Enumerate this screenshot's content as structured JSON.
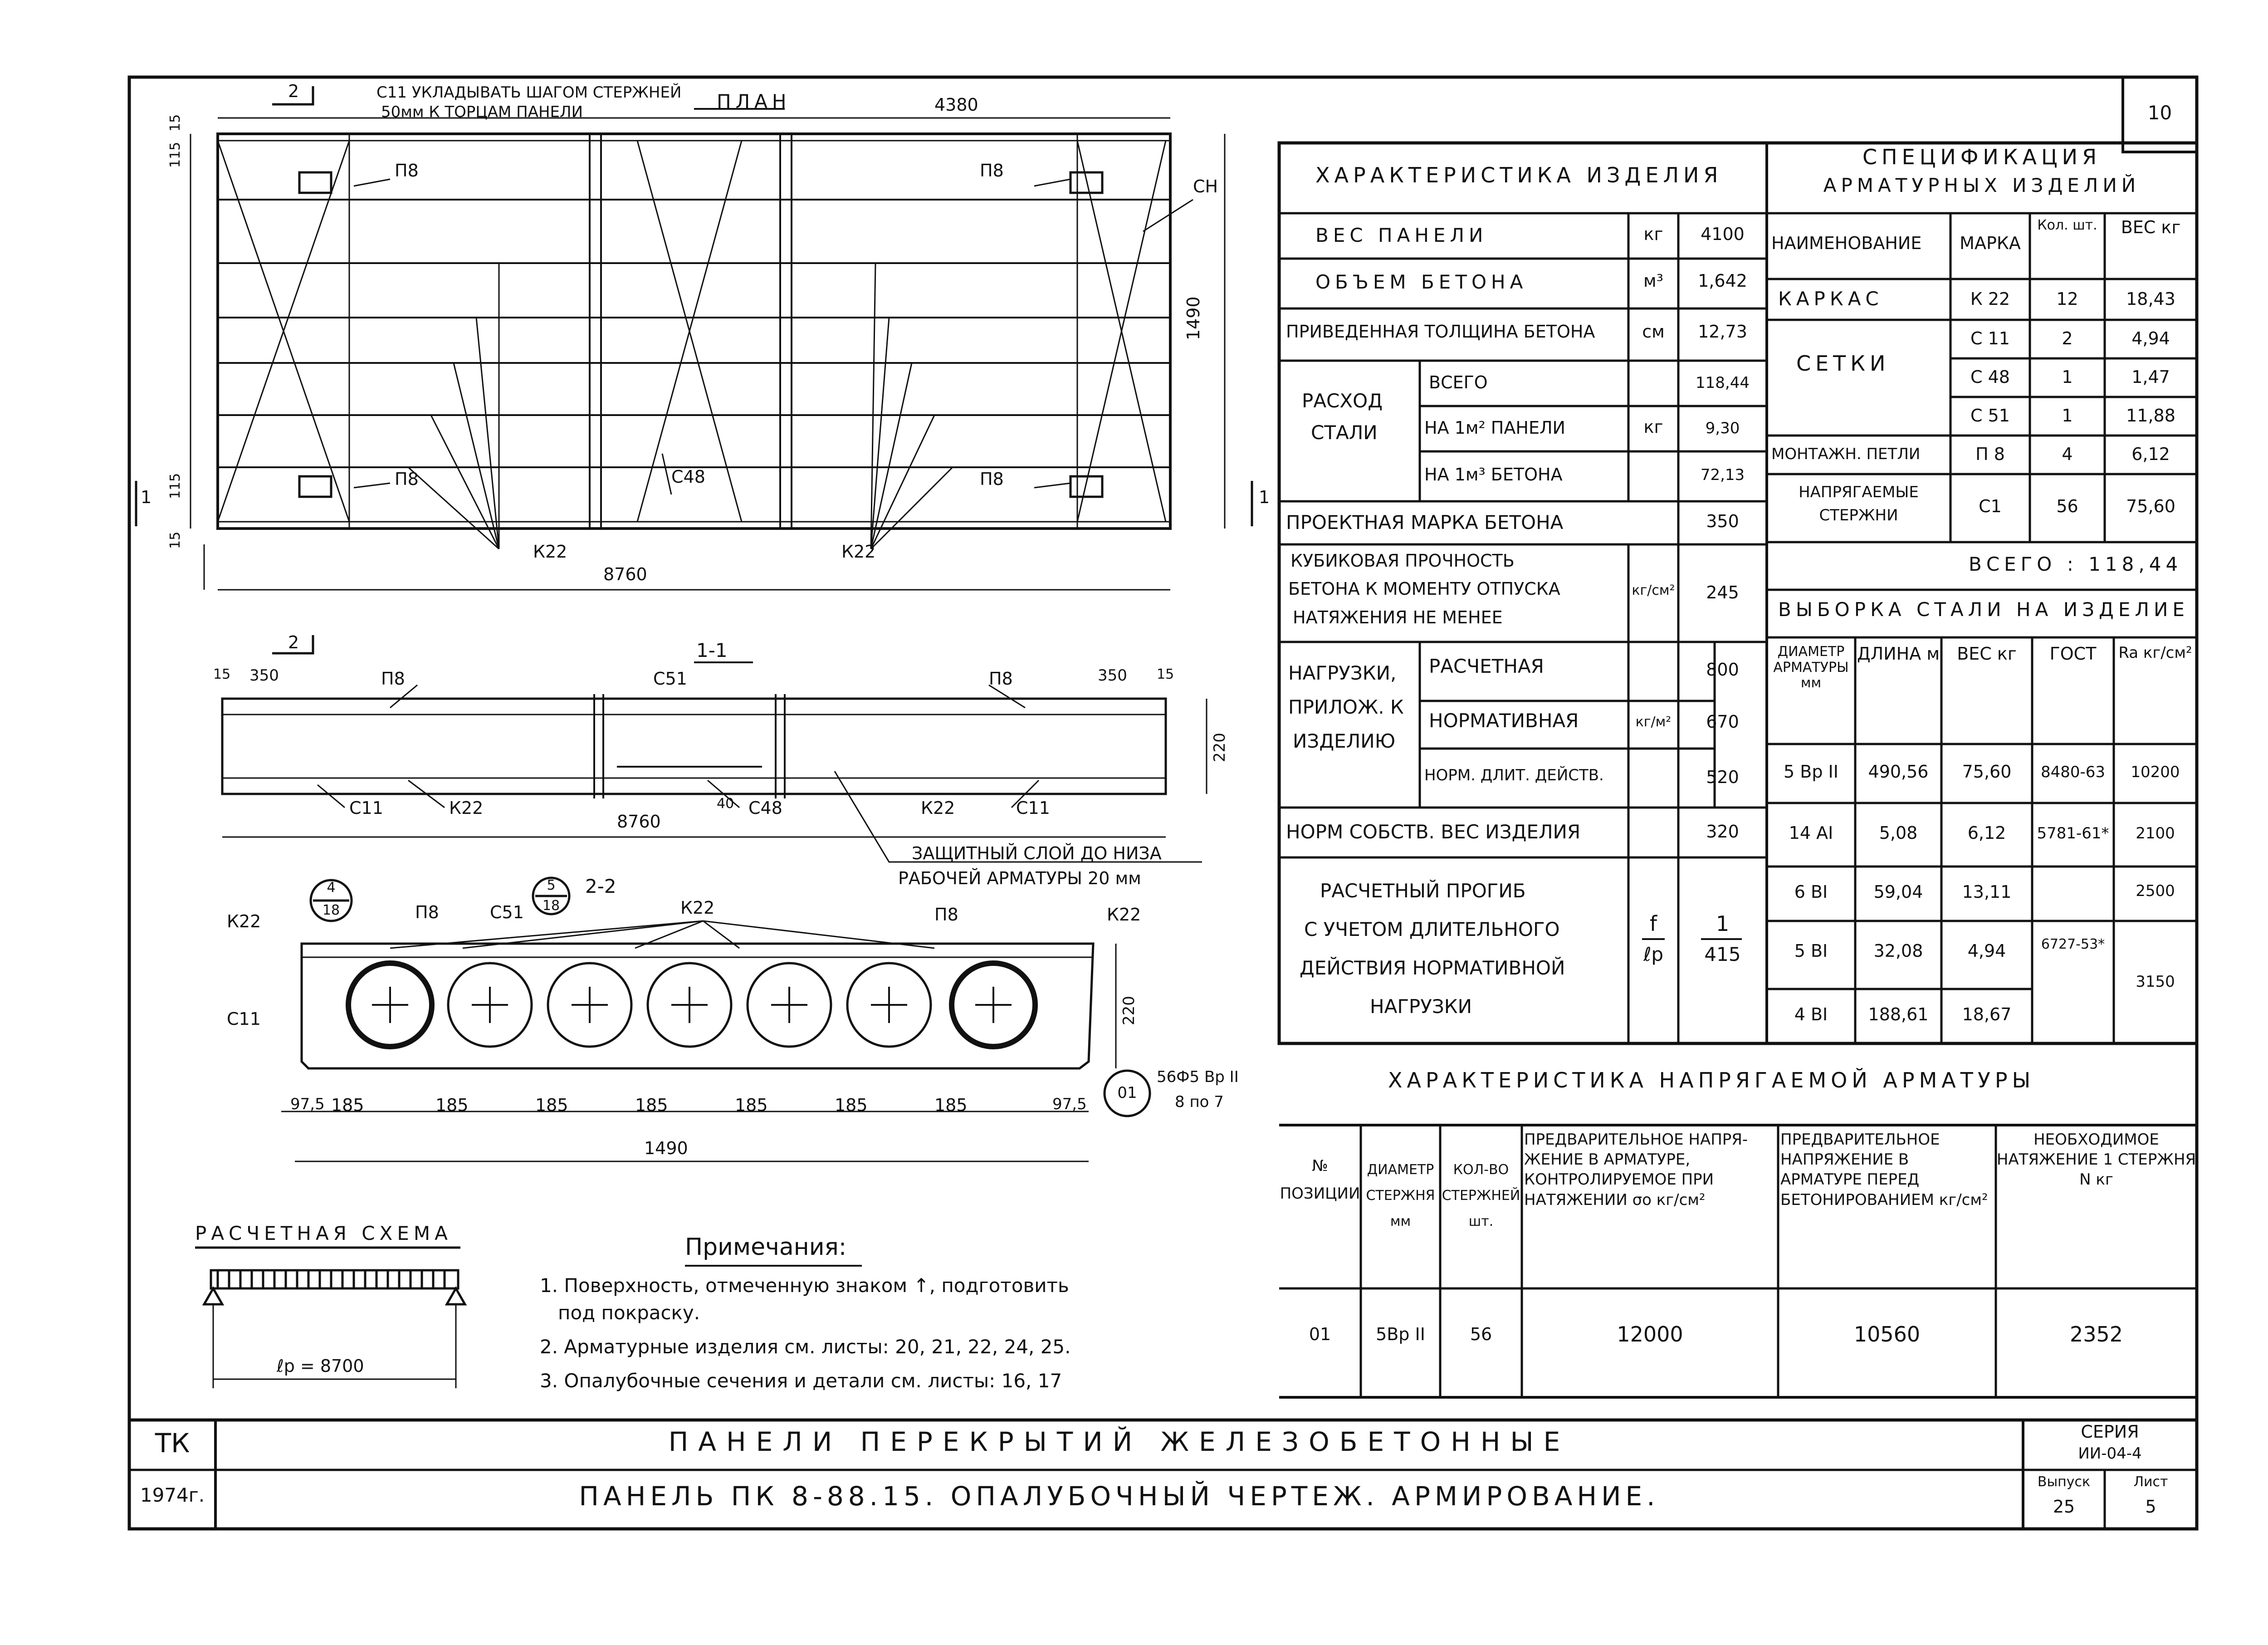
{
  "sheet_number": "10",
  "plan": {
    "title": "ПЛАН",
    "note_line1": "С11 УКЛАДЫВАТЬ ШАГОМ СТЕРЖНЕЙ",
    "note_line2": "50мм К ТОРЦАМ ПАНЕЛИ",
    "dim_top": "4380",
    "dim_bottom": "8760",
    "dim_height": "1490",
    "dim_115": "115",
    "dim_15": "15",
    "section_mark": "2",
    "section_1": "1",
    "labels": {
      "p8": "П8",
      "sn": "СН",
      "s48": "С48",
      "k22": "К22"
    }
  },
  "section11": {
    "title": "1-1",
    "dim_15": "15",
    "dim_350": "350",
    "dim_8760": "8760",
    "dim_220": "220",
    "dim_40": "40",
    "labels": {
      "p8": "П8",
      "s51": "С51",
      "s11": "С11",
      "k22": "К22",
      "s48": "С48"
    },
    "cover_note_line1": "ЗАЩИТНЫЙ СЛОЙ ДО НИЗА",
    "cover_note_line2": "РАБОЧЕЙ АРМАТУРЫ 20 мм"
  },
  "section22": {
    "title": "2-2",
    "callout_a": {
      "num": "4",
      "sheet": "18"
    },
    "callout_b": {
      "num": "5",
      "sheet": "18"
    },
    "dims": [
      "97,5",
      "185",
      "185",
      "185",
      "185",
      "185",
      "185",
      "185",
      "97,5"
    ],
    "total": "1490",
    "height": "220",
    "rebar_note": "56Ф5 Вр II",
    "rebar_note2": "8 по 7",
    "pos_marker": "01",
    "labels": {
      "k22": "К22",
      "p8": "П8",
      "s51": "С51",
      "s11": "С11"
    }
  },
  "calc_scheme": {
    "title": "РАСЧЕТНАЯ СХЕМА",
    "span": "ℓр = 8700"
  },
  "notes": {
    "title": "Примечания:",
    "items": [
      "1. Поверхность, отмеченную знаком ↑, подготовить",
      "под покраску.",
      "2. Арматурные изделия см. листы: 20, 21, 22, 24, 25.",
      "3. Опалубочные сечения и детали см. листы: 16, 17"
    ]
  },
  "product_char": {
    "title": "ХАРАКТЕРИСТИКА ИЗДЕЛИЯ",
    "weight_label": "ВЕС ПАНЕЛИ",
    "weight_unit": "кг",
    "weight_val": "4100",
    "volume_label": "ОБЪЕМ БЕТОНА",
    "volume_unit": "м³",
    "volume_val": "1,642",
    "thick_label": "ПРИВЕДЕННАЯ ТОЛЩИНА БЕТОНА",
    "thick_unit": "см",
    "thick_val": "12,73",
    "steel_label_1": "РАСХОД",
    "steel_label_2": "СТАЛИ",
    "steel_unit": "кг",
    "steel_total_label": "ВСЕГО",
    "steel_total_val": "118,44",
    "steel_m2_label": "НА 1м² ПАНЕЛИ",
    "steel_m2_val": "9,30",
    "steel_m3_label": "НА 1м³ БЕТОНА",
    "steel_m3_val": "72,13",
    "grade_label": "ПРОЕКТНАЯ МАРКА БЕТОНА",
    "grade_val": "350",
    "strength_l1": "КУБИКОВАЯ ПРОЧНОСТЬ",
    "strength_l2": "БЕТОНА К МОМЕНТУ ОТПУСКА",
    "strength_l3": "НАТЯЖЕНИЯ НЕ МЕНЕЕ",
    "strength_unit": "кг/см²",
    "strength_val": "245",
    "load_l1": "НАГРУЗКИ,",
    "load_l2": "ПРИЛОЖ. К",
    "load_l3": "ИЗДЕЛИЮ",
    "load_unit": "кг/м²",
    "load_calc_label": "РАСЧЕТНАЯ",
    "load_calc_val": "800",
    "load_norm_label": "НОРМАТИВНАЯ",
    "load_norm_val": "670",
    "load_long_label": "НОРМ. ДЛИТ. ДЕЙСТВ.",
    "load_long_val": "520",
    "self_label": "НОРМ СОБСТВ. ВЕС ИЗДЕЛИЯ",
    "self_val": "320",
    "defl_l1": "РАСЧЕТНЫЙ ПРОГИБ",
    "defl_l2": "С УЧЕТОМ ДЛИТЕЛЬНОГО",
    "defl_l3": "ДЕЙСТВИЯ НОРМАТИВНОЙ",
    "defl_l4": "НАГРУЗКИ",
    "defl_unit_num": "f",
    "defl_unit_den": "ℓр",
    "defl_num": "1",
    "defl_den": "415"
  },
  "spec": {
    "title_l1": "СПЕЦИФИКАЦИЯ",
    "title_l2": "АРМАТУРНЫХ ИЗДЕЛИЙ",
    "headers": [
      "НАИМЕНОВАНИЕ",
      "МАРКА",
      "Кол. шт.",
      "ВЕС кг"
    ],
    "rows": [
      {
        "name": "КАРКАС",
        "mark": "К 22",
        "qty": "12",
        "weight": "18,43"
      },
      {
        "name": "СЕТКИ",
        "mark": "С 11",
        "qty": "2",
        "weight": "4,94"
      },
      {
        "name": "",
        "mark": "С 48",
        "qty": "1",
        "weight": "1,47"
      },
      {
        "name": "",
        "mark": "С 51",
        "qty": "1",
        "weight": "11,88"
      },
      {
        "name": "МОНТАЖН. ПЕТЛИ",
        "mark": "П 8",
        "qty": "4",
        "weight": "6,12"
      },
      {
        "name": "НАПРЯГАЕМЫЕ СТЕРЖНИ",
        "mark": "С1",
        "qty": "56",
        "weight": "75,60"
      }
    ],
    "total": "ВСЕГО : 118,44"
  },
  "selection": {
    "title": "ВЫБОРКА СТАЛИ НА ИЗДЕЛИЕ",
    "headers": [
      "ДИАМЕТР АРМАТУРЫ мм",
      "ДЛИНА м",
      "ВЕС кг",
      "ГОСТ",
      "Ra кг/см²"
    ],
    "rows": [
      {
        "dia": "5 Вр II",
        "len": "490,56",
        "w": "75,60",
        "gost": "8480-63",
        "ra": "10200"
      },
      {
        "dia": "14 AI",
        "len": "5,08",
        "w": "6,12",
        "gost": "5781-61*",
        "ra": "2100"
      },
      {
        "dia": "6 ВI",
        "len": "59,04",
        "w": "13,11",
        "gost": "",
        "ra": "2500"
      },
      {
        "dia": "5 ВI",
        "len": "32,08",
        "w": "4,94",
        "gost": "6727-53*",
        "ra": "3150"
      },
      {
        "dia": "4 ВI",
        "len": "188,61",
        "w": "18,67",
        "gost": "",
        "ra": ""
      }
    ]
  },
  "prestress": {
    "title": "ХАРАКТЕРИСТИКА НАПРЯГАЕМОЙ АРМАТУРЫ",
    "h_pos": "№ ПОЗИЦИИ",
    "h_dia": "ДИАМЕТР СТЕРЖНЯ мм",
    "h_qty": "КОЛ-ВО СТЕРЖНЕЙ шт.",
    "h_pre1": "ПРЕДВАРИТЕЛЬНОЕ НАПРЯ- ЖЕНИЕ В АРМАТУРЕ, КОНТРОЛИРУЕМОЕ ПРИ НАТЯЖЕНИИ σо кг/см²",
    "h_pre2": "ПРЕДВАРИТЕЛЬНОЕ НАПРЯЖЕНИЕ В АРМАТУРЕ ПЕРЕД БЕТОНИРОВАНИЕМ кг/см²",
    "h_need": "НЕОБХОДИМОЕ НАТЯЖЕНИЕ 1 СТЕРЖНЯ N кг",
    "row": {
      "pos": "01",
      "dia": "5Вр II",
      "qty": "56",
      "pre1": "12000",
      "pre2": "10560",
      "need": "2352"
    }
  },
  "title_block": {
    "org": "ТК",
    "year": "1974г.",
    "title": "ПАНЕЛИ ПЕРЕКРЫТИЙ ЖЕЛЕЗОБЕТОННЫЕ",
    "subtitle": "ПАНЕЛЬ ПК 8-88.15. ОПАЛУБОЧНЫЙ ЧЕРТЕЖ. АРМИРОВАНИЕ.",
    "series_label": "СЕРИЯ",
    "series_val": "ИИ-04-4",
    "issue_label": "Выпуск",
    "issue_val": "25",
    "sheet_label": "Лист",
    "sheet_val": "5"
  }
}
